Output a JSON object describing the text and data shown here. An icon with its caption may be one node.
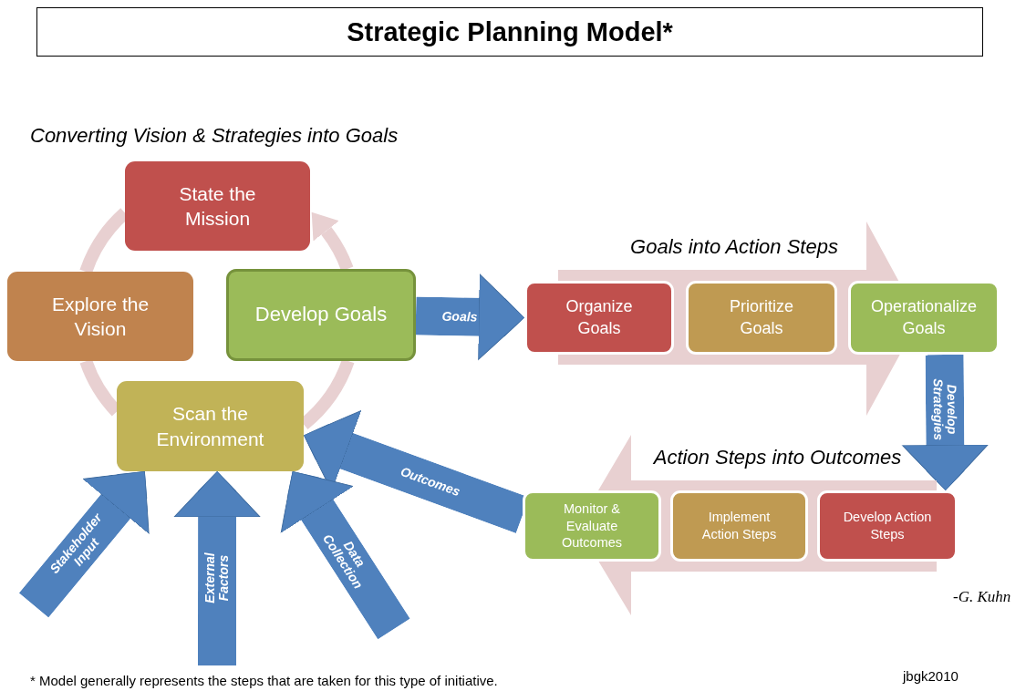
{
  "diagram": {
    "title": "Strategic Planning Model*",
    "nodes": [
      {
        "text": [
          "State the Mission"
        ]
      },
      {
        "text": [
          "Explore the Vision"
        ]
      },
      {
        "text": [
          "Develop Goals"
        ]
      },
      {
        "text": [
          "Scan the Environment"
        ]
      },
      {
        "text": [
          "Goals into Action Steps"
        ]
      },
      {
        "text": [
          "Organize Goals"
        ]
      },
      {
        "text": [
          "Prioritize Goals"
        ],
        "in": 4
      },
      {
        "text": [
          "Operationalize Goals"
        ]
      },
      {
        "text": [
          "Action Steps into Outcomes"
        ]
      },
      {
        "text": [
          "Monitor & Evaluate Outcomes"
        ]
      },
      {
        "text": [
          "Implement Action Steps"
        ],
        "in": 8
      },
      {
        "text": [
          "Develop Action Steps"
        ]
      }
    ],
    "edges": [
      {
        "from": 2,
        "to": 5,
        "arrow": "to",
        "label": "Goals"
      },
      {
        "from": 7,
        "to": 11,
        "arrow": "to",
        "label": "Develop Strategies"
      },
      {
        "from": 9,
        "to": 3,
        "arrow": "to",
        "label": "Outcomes"
      },
      {
        "from": null,
        "to": 3,
        "arrow": "to",
        "label": "Stakeholder Input"
      },
      {
        "from": null,
        "to": 3,
        "arrow": "to",
        "label": "External Factors"
      },
      {
        "from": null,
        "to": 3,
        "arrow": "to",
        "label": "Data Collection"
      },
      {
        "from": 3,
        "to": 2,
        "arrow": "none",
        "color": "#e8d0d1"
      },
      {
        "from": 2,
        "to": 0,
        "arrow": "to",
        "color": "#e8d0d1"
      },
      {
        "from": 0,
        "to": 1,
        "arrow": "none",
        "color": "#e8d0d1"
      },
      {
        "from": 1,
        "to": 3,
        "arrow": "none",
        "color": "#e8d0d1"
      }
    ],
    "labels": [
      "Converting Vision & Strategies into Goals",
      "-G. Kuhn",
      "* Model generally represents the steps that are taken for this type of initiative.",
      "jbgk2010"
    ]
  }
}
